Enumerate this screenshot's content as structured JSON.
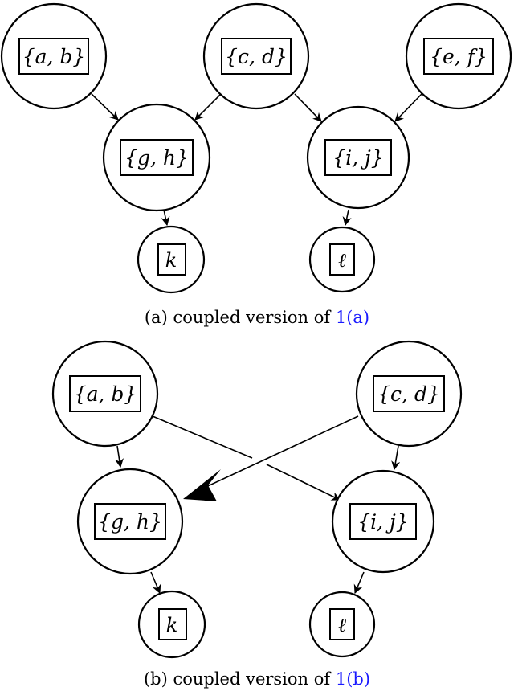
{
  "diagram_a": {
    "caption_prefix": "(a) coupled version of ",
    "caption_ref": "1(a)",
    "nodes": {
      "ab": "{a, b}",
      "cd": "{c, d}",
      "ef": "{e, f}",
      "gh": "{g, h}",
      "ij": "{i, j}",
      "k": "k",
      "l": "ℓ"
    }
  },
  "diagram_b": {
    "caption_prefix": "(b) coupled version of ",
    "caption_ref": "1(b)",
    "nodes": {
      "ab": "{a, b}",
      "cd": "{c, d}",
      "gh": "{g, h}",
      "ij": "{i, j}",
      "k": "k",
      "l": "ℓ"
    }
  },
  "colors": {
    "reference_link": "#1a1aff",
    "stroke": "#000000"
  }
}
